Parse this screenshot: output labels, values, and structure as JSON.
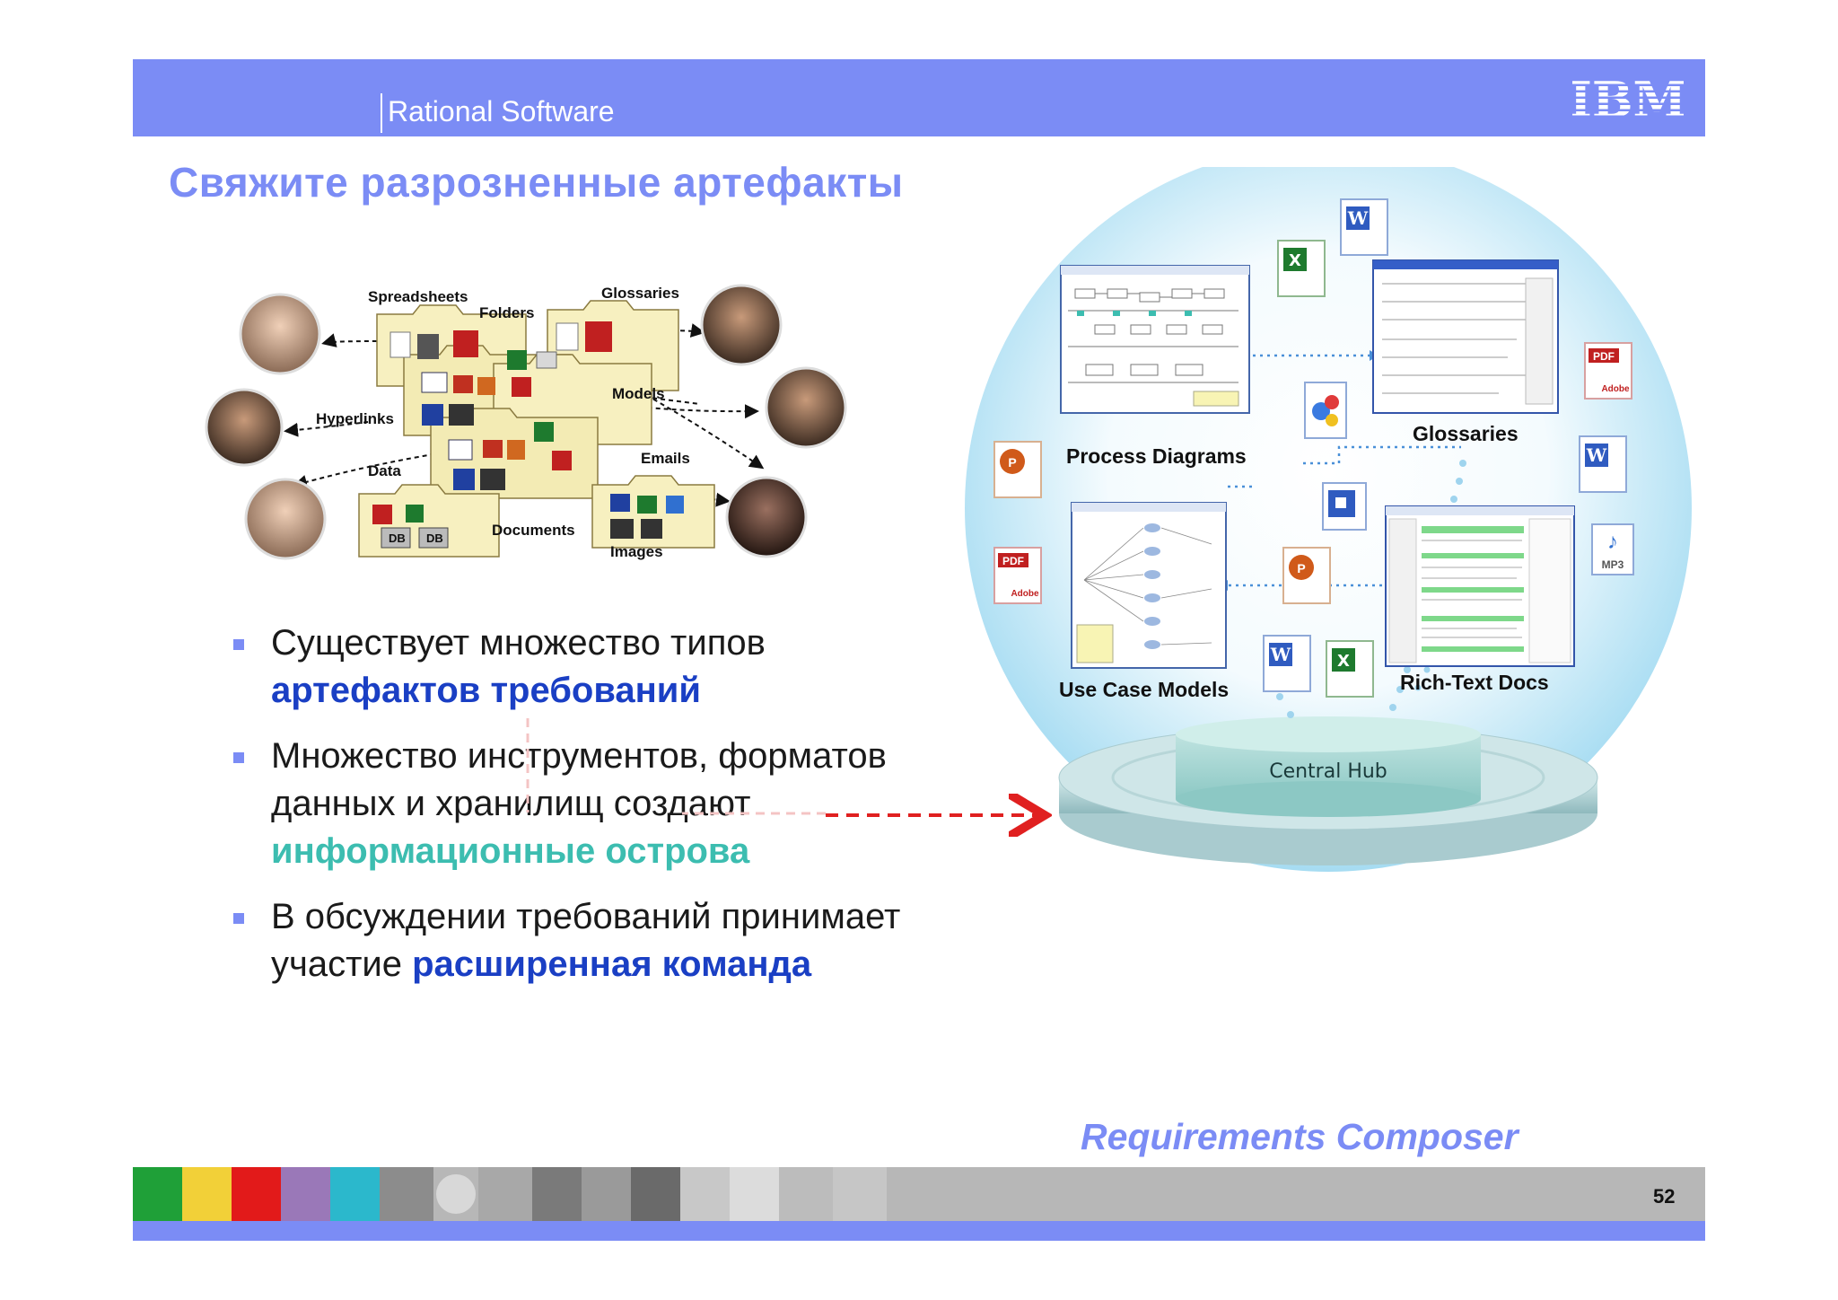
{
  "header": {
    "brand": "Rational Software",
    "logo_text": "IBM"
  },
  "title": "Свяжите разрозненные артефакты",
  "left_diagram": {
    "labels": {
      "spreadsheets": "Spreadsheets",
      "folders": "Folders",
      "glossaries": "Glossaries",
      "models": "Models",
      "hyperlinks": "Hyperlinks",
      "emails": "Emails",
      "data": "Data",
      "documents": "Documents",
      "images": "Images",
      "db1": "DB",
      "db2": "DB"
    }
  },
  "bullets": [
    {
      "text": "Существует множество типов ",
      "highlight": "артефактов требований",
      "after": ""
    },
    {
      "text": "Множество инструментов, форматов данных и хранилищ создают ",
      "highlight": "информационные острова",
      "after": ""
    },
    {
      "text": "В обсуждении требований принимает участие ",
      "highlight": "расширенная команда",
      "after": ""
    }
  ],
  "right_diagram": {
    "process_diagrams": "Process Diagrams",
    "glossaries": "Glossaries",
    "use_case_models": "Use Case Models",
    "rich_text_docs": "Rich-Text Docs",
    "central_hub": "Central Hub",
    "icon_pdf": "PDF",
    "icon_pdf_brand": "Adobe",
    "icon_mp3": "MP3"
  },
  "caption": "Requirements Composer",
  "page_number": "52",
  "colors": {
    "accent": "#7b8cf5",
    "highlight_blue": "#1a3fc4",
    "highlight_teal": "#3cbdb0",
    "arrow_red": "#e02020"
  }
}
